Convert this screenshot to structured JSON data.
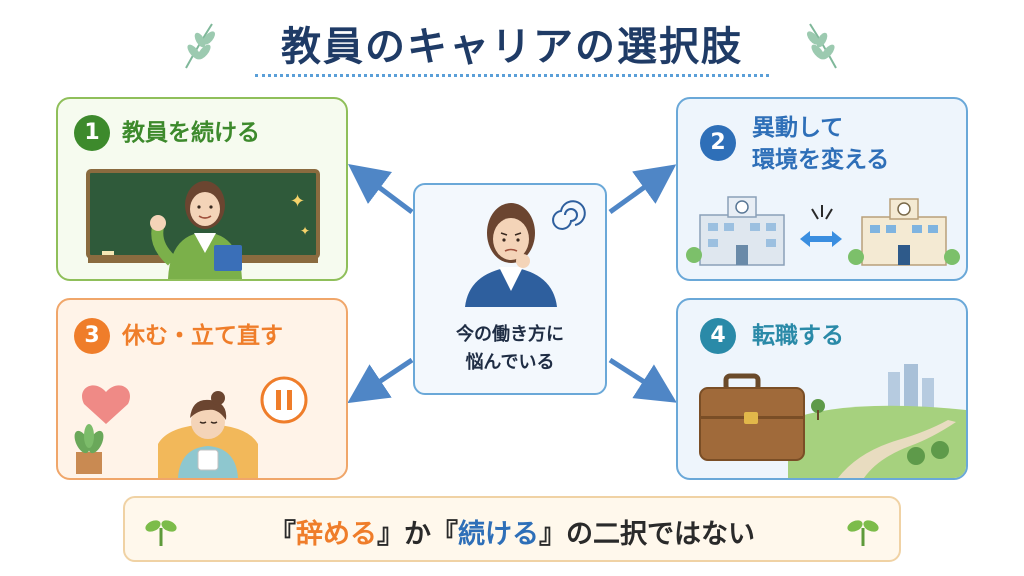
{
  "title": "教員のキャリアの選択肢",
  "center": {
    "line1": "今の働き方に",
    "line2": "悩んでいる"
  },
  "options": [
    {
      "number": "1",
      "label": "教員を続ける",
      "color": "#3d8a2c"
    },
    {
      "number": "2",
      "label_line1": "異動して",
      "label_line2": "環境を変える",
      "color": "#2e6fb8"
    },
    {
      "number": "3",
      "label": "休む・立て直す",
      "color": "#ef7d2a"
    },
    {
      "number": "4",
      "label": "転職する",
      "color": "#2a8aa8"
    }
  ],
  "footer": {
    "open1": "『",
    "word1": "辞める",
    "close1": "』",
    "mid": "か",
    "open2": "『",
    "word2": "続ける",
    "close2": "』",
    "tail": "の二択ではない"
  },
  "icons": [
    "leaf-sprig-icon",
    "teacher-icon",
    "chalkboard-icon",
    "school-building-icon",
    "two-way-arrow-icon",
    "heart-icon",
    "pause-bubble-icon",
    "potted-plant-icon",
    "briefcase-icon",
    "city-road-icon",
    "worried-person-icon",
    "sprout-icon"
  ]
}
